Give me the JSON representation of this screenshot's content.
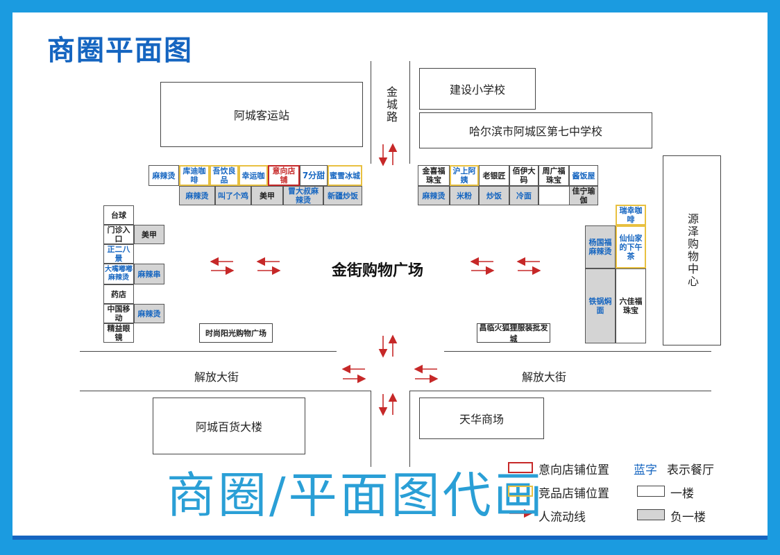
{
  "title": "商圈平面图",
  "plaza_name": "金街购物广场",
  "buildings": {
    "bus_station": "阿城客运站",
    "jianshe_school": "建设小学校",
    "harbin_school": "哈尔滨市阿城区第七中学校",
    "yuanze_mall": "源泽购物中心",
    "department_store": "阿城百货大楼",
    "tianhua": "天华商场",
    "shishang_plaza": "时尚阳光购物广场",
    "changlin": "昌临火狐狸服装批发城"
  },
  "roads": {
    "jincheng_road": "金城路",
    "jiefang_left": "解放大街",
    "jiefang_right": "解放大街"
  },
  "shops_top_left_row1": [
    "麻辣烫",
    "库迪咖啡",
    "吾饮良品",
    "幸运咖",
    "意向店铺",
    "7分甜",
    "蜜雪冰城"
  ],
  "shops_top_left_row2": [
    "麻辣烫",
    "叫了个鸡",
    "美甲",
    "冒大叔麻辣烫",
    "新疆炒饭"
  ],
  "shops_top_right_row1": [
    "金喜福珠宝",
    "沪上阿姨",
    "老银匠",
    "佰伊大码",
    "周广福珠宝",
    "酱饭屋"
  ],
  "shops_top_right_row2": [
    "麻辣烫",
    "米粉",
    "炒饭",
    "冷面",
    "佳宁瑜伽"
  ],
  "shops_left_col1": [
    "台球",
    "门诊入口",
    "正二八景",
    "大嘴嘟嘟麻辣烫",
    "药店",
    "中国移动",
    "精益眼镜"
  ],
  "shops_left_col2": [
    "美甲",
    "麻辣串",
    "麻辣烫"
  ],
  "shops_right": {
    "ruixing": "瑞幸咖啡",
    "yangguofu": "杨国福麻辣烫",
    "xianxian": "仙仙家的下午茶",
    "tieguo": "铁锅焖面",
    "liujia": "六佳福珠宝"
  },
  "legend": {
    "intended": "意向店铺位置",
    "blue_word": "蓝字",
    "blue_desc": "表示餐厅",
    "competitor": "竞品店铺位置",
    "floor1": "一楼",
    "flow": "人流动线",
    "basement": "负一楼"
  },
  "watermark": "商圈/平面图代画",
  "colors": {
    "frame": "#1b9be0",
    "title": "#1565c0",
    "restaurant_text": "#1565c0",
    "intended_border": "#c62828",
    "competitor_border": "#e8c040",
    "basement_fill": "#d4d4d4",
    "arrow": "#c62828"
  }
}
